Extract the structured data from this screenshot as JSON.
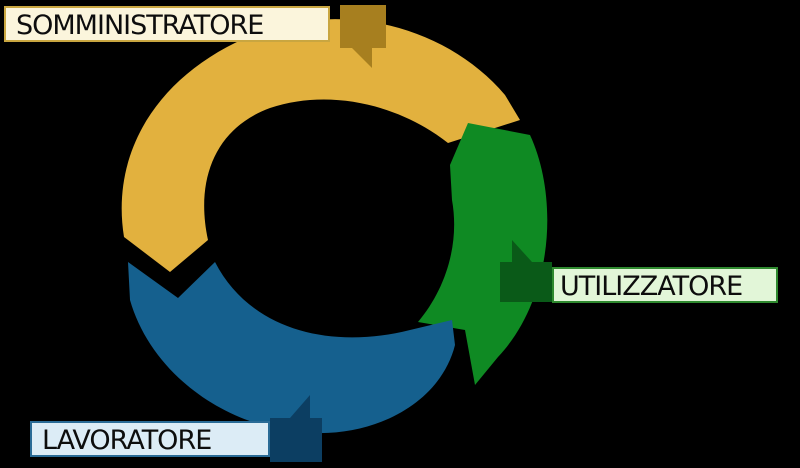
{
  "nodes": [
    {
      "key": "somministratore",
      "label": "SOMMINISTRATORE",
      "color": "#e2b13e",
      "tab_color": "#a77f1f"
    },
    {
      "key": "utilizzatore",
      "label": "UTILIZZATORE",
      "color": "#0f8a23",
      "tab_color": "#0a5a18"
    },
    {
      "key": "lavoratore",
      "label": "LAVORATORE",
      "color": "#15608e",
      "tab_color": "#0c3e62"
    }
  ],
  "background": "#000000"
}
